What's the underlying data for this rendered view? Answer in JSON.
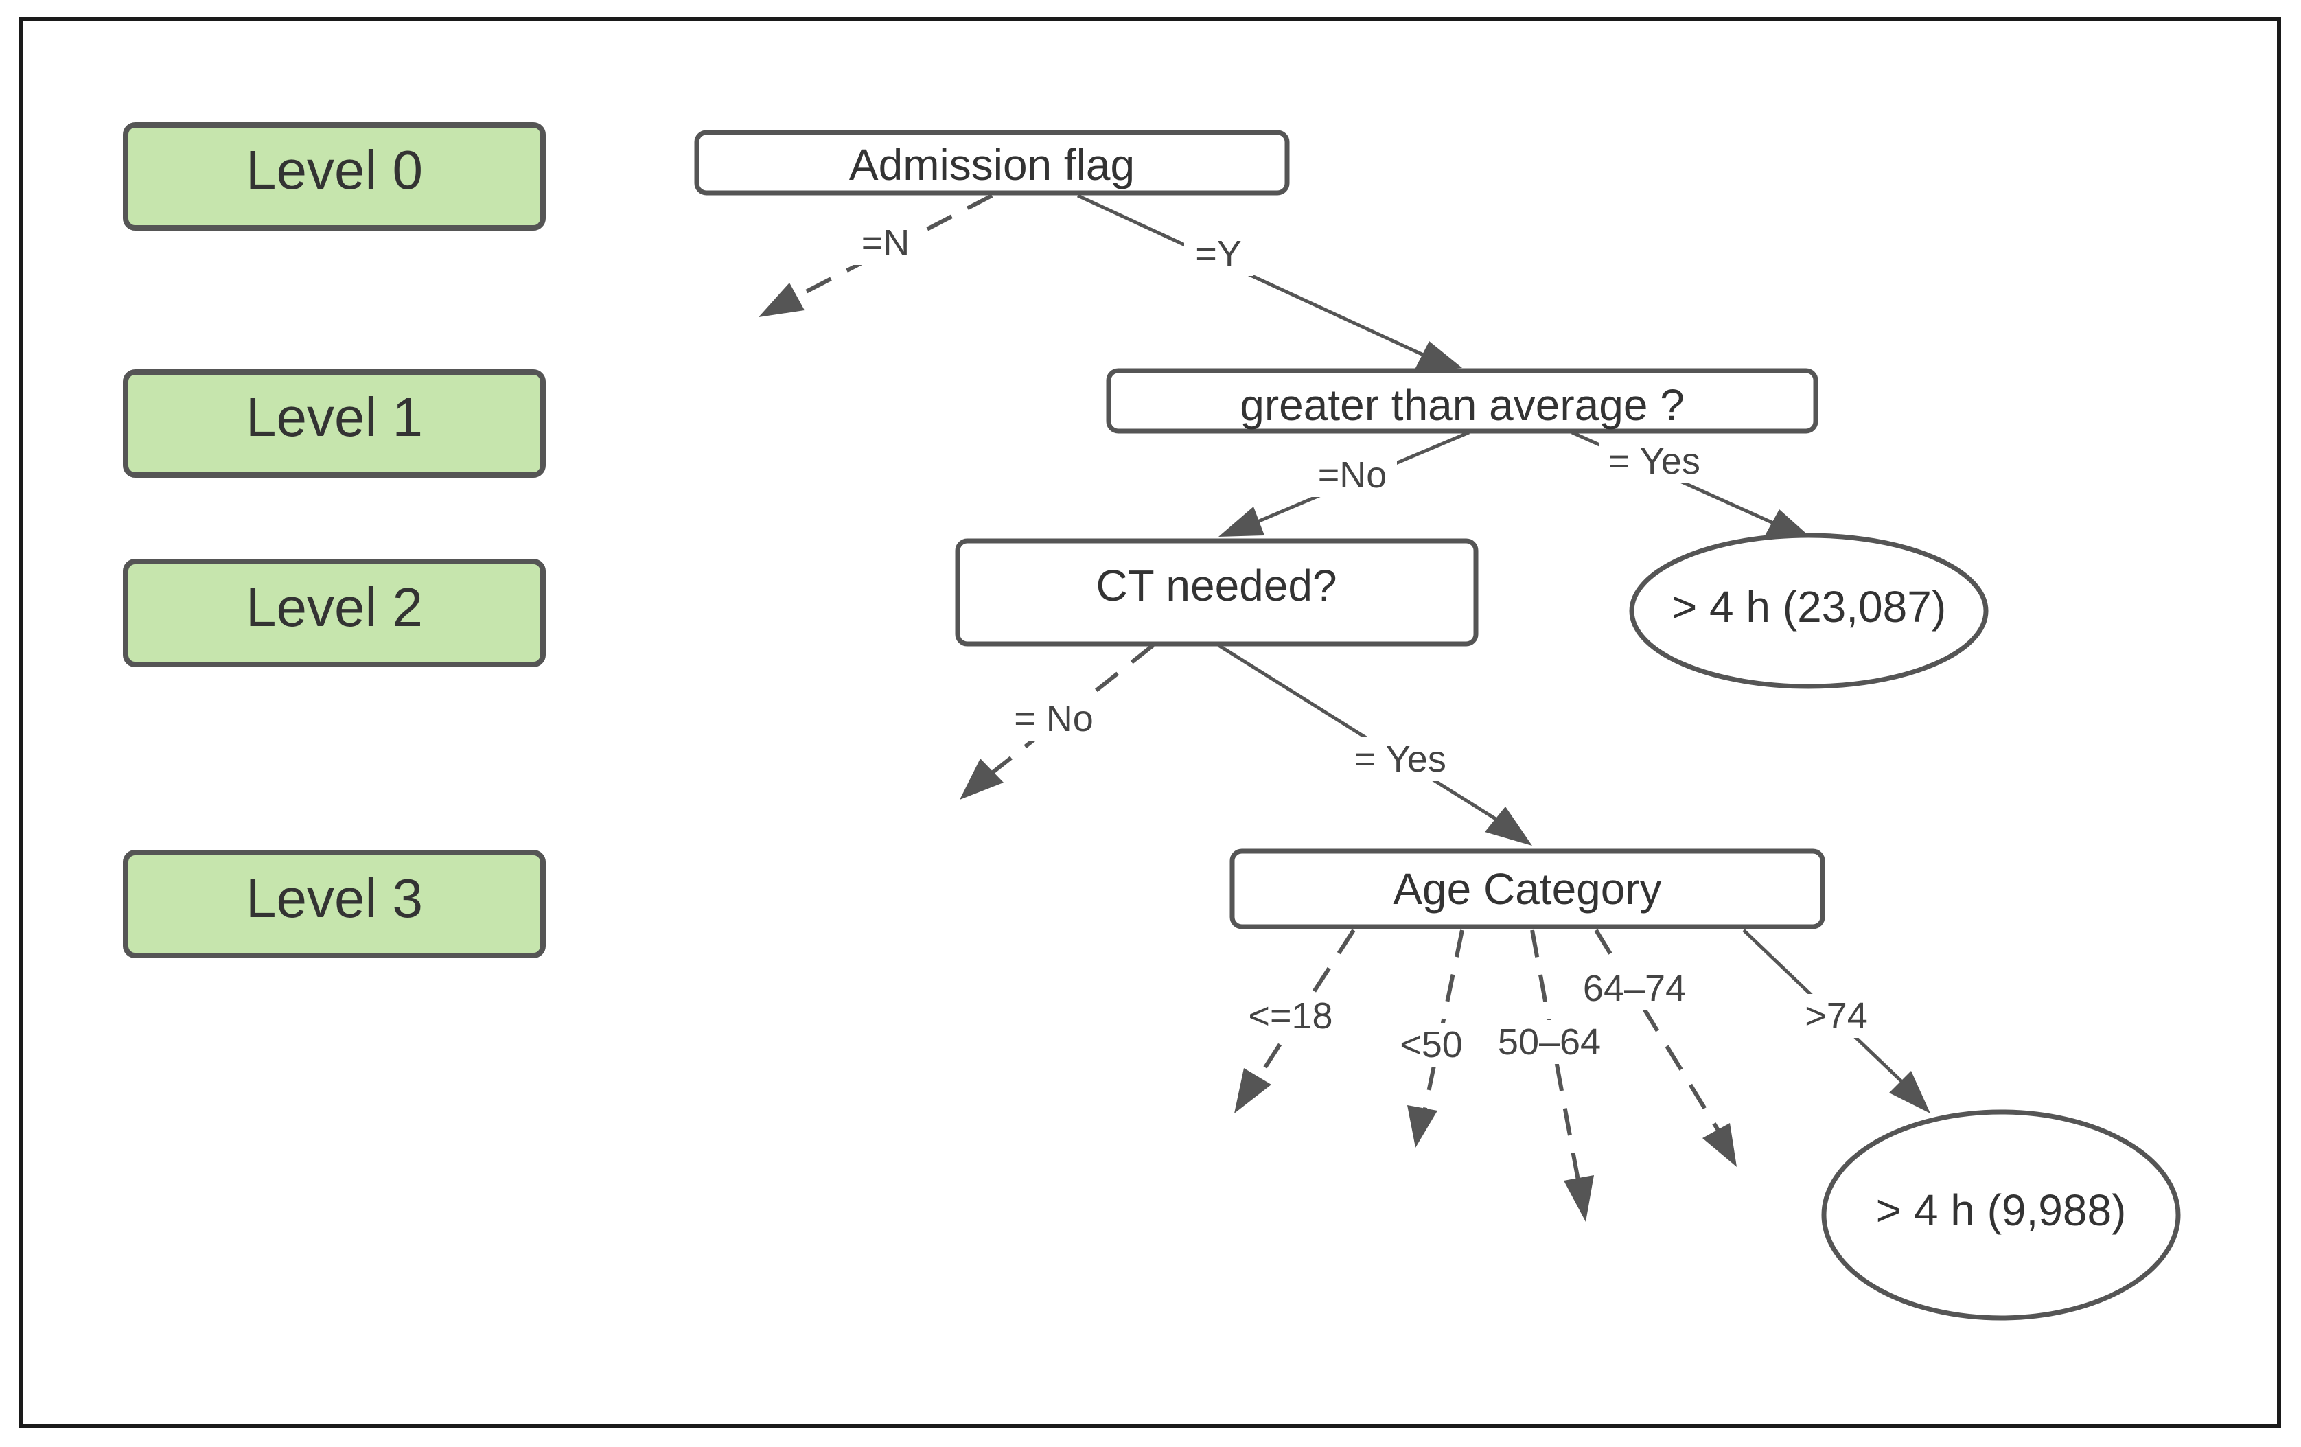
{
  "levels": [
    "Level 0",
    "Level 1",
    "Level 2",
    "Level 3"
  ],
  "nodes": {
    "admission": "Admission flag",
    "greater": "greater than average ?",
    "ct": "CT needed?",
    "age": "Age Category"
  },
  "leaves": {
    "leaf1": "> 4 h (23,087)",
    "leaf2": "> 4 h (9,988)"
  },
  "edges": {
    "admission_n": "=N",
    "admission_y": "=Y",
    "greater_no": "=No",
    "greater_yes": "= Yes",
    "ct_no": "= No",
    "ct_yes": "= Yes",
    "age_le18": "<=18",
    "age_lt50": "<50",
    "age_50_64": "50–64",
    "age_64_74": "64–74",
    "age_gt74": ">74"
  },
  "colors": {
    "level_fill": "#c6e5ad",
    "stroke": "#555555"
  }
}
